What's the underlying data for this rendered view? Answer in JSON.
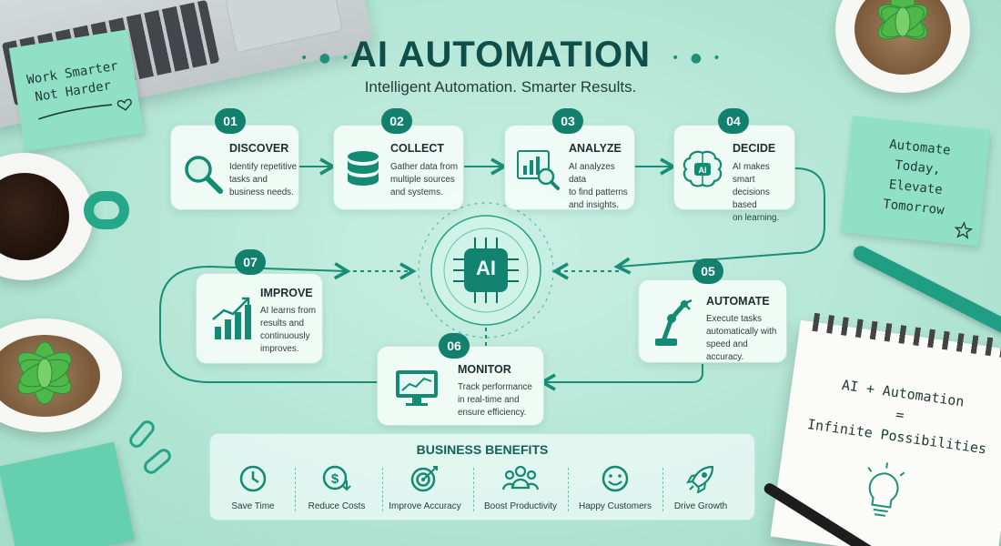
{
  "header": {
    "title": "AI AUTOMATION",
    "subtitle": "Intelligent Automation. Smarter Results."
  },
  "center_hub": {
    "label": "AI"
  },
  "steps": [
    {
      "number": "01",
      "title": "DISCOVER",
      "lines": [
        "Identify repetitive",
        "tasks and",
        "business needs."
      ],
      "icon": "magnifier-icon"
    },
    {
      "number": "02",
      "title": "COLLECT",
      "lines": [
        "Gather data from",
        "multiple sources",
        "and systems."
      ],
      "icon": "database-icon"
    },
    {
      "number": "03",
      "title": "ANALYZE",
      "lines": [
        "AI analyzes data",
        "to find patterns",
        "and insights."
      ],
      "icon": "chart-magnifier-icon"
    },
    {
      "number": "04",
      "title": "DECIDE",
      "lines": [
        "AI makes smart",
        "decisions based",
        "on learning."
      ],
      "icon": "ai-brain-icon"
    },
    {
      "number": "05",
      "title": "AUTOMATE",
      "lines": [
        "Execute tasks",
        "automatically with",
        "speed and accuracy."
      ],
      "icon": "robot-arm-icon"
    },
    {
      "number": "06",
      "title": "MONITOR",
      "lines": [
        "Track performance",
        "in real-time and",
        "ensure efficiency."
      ],
      "icon": "monitor-chart-icon"
    },
    {
      "number": "07",
      "title": "IMPROVE",
      "lines": [
        "AI learns from",
        "results and",
        "continuously",
        "improves."
      ],
      "icon": "growth-chart-icon"
    }
  ],
  "benefits": {
    "title": "BUSINESS BENEFITS",
    "items": [
      {
        "label": "Save Time",
        "icon": "clock-icon"
      },
      {
        "label": "Reduce Costs",
        "icon": "dollar-down-icon"
      },
      {
        "label": "Improve Accuracy",
        "icon": "target-icon"
      },
      {
        "label": "Boost Productivity",
        "icon": "people-icon"
      },
      {
        "label": "Happy Customers",
        "icon": "smiley-icon"
      },
      {
        "label": "Drive Growth",
        "icon": "rocket-icon"
      }
    ]
  },
  "notes": {
    "sticky_left": [
      "Work Smarter",
      "Not Harder"
    ],
    "sticky_right": [
      "Automate",
      "Today,",
      "Elevate",
      "Tomorrow"
    ],
    "notebook": [
      "AI + Automation",
      "=",
      "Infinite Possibilities"
    ]
  },
  "colors": {
    "primary": "#12806c",
    "dark": "#0f4e49",
    "background": "#b4e6d5",
    "card": "#f4fcf9"
  }
}
